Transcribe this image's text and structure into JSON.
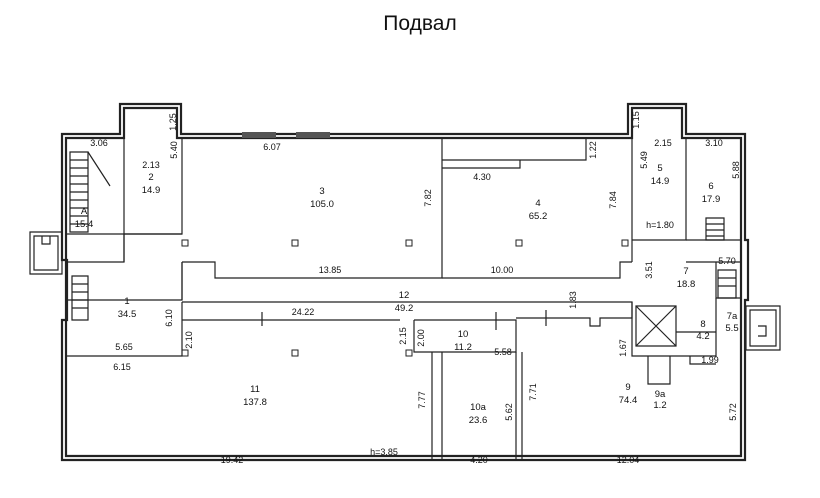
{
  "title": "Подвал",
  "rooms": [
    {
      "num": "А",
      "area": "15.4"
    },
    {
      "num": "2",
      "area": "14.9"
    },
    {
      "num": "3",
      "area": "105.0"
    },
    {
      "num": "4",
      "area": "65.2"
    },
    {
      "num": "5",
      "area": "14.9"
    },
    {
      "num": "6",
      "area": "17.9"
    },
    {
      "num": "7",
      "area": "18.8"
    },
    {
      "num": "7а",
      "area": "5.5"
    },
    {
      "num": "1",
      "area": "34.5"
    },
    {
      "num": "12",
      "area": "49.2"
    },
    {
      "num": "8",
      "area": "4.2"
    },
    {
      "num": "10",
      "area": "11.2"
    },
    {
      "num": "11",
      "area": "137.8"
    },
    {
      "num": "10а",
      "area": "23.6"
    },
    {
      "num": "9",
      "area": "74.4"
    },
    {
      "num": "9а",
      "area": "1.2"
    }
  ],
  "dimensions": [
    "3.06",
    "2.13",
    "5.40",
    "1.25",
    "6.07",
    "7.82",
    "1.22",
    "4.30",
    "7.84",
    "5.49",
    "2.15",
    "1.15",
    "3.10",
    "5.88",
    "h=1.80",
    "13.85",
    "10.00",
    "3.51",
    "5.70",
    "24.22",
    "1.83",
    "6.10",
    "5.65",
    "6.15",
    "2.10",
    "2.15",
    "2.00",
    "5.58",
    "1.67",
    "1.99",
    "7.77",
    "5.62",
    "7.71",
    "5.72",
    "19.42",
    "h=3.85",
    "4.20",
    "12.04"
  ]
}
